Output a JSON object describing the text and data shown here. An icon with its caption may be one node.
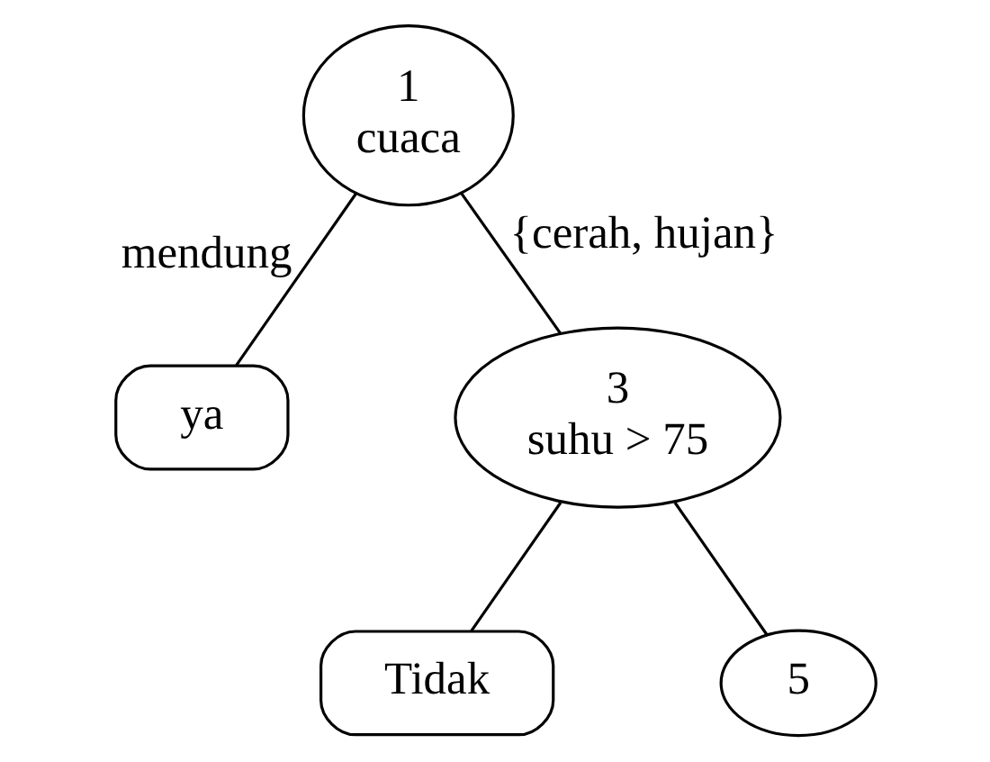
{
  "diagram": {
    "nodes": [
      {
        "text": [
          "1",
          "cuaca"
        ]
      },
      {
        "text": [
          "ya"
        ]
      },
      {
        "text": [
          "3",
          "suhu > 75"
        ]
      },
      {
        "text": [
          "Tidak"
        ]
      },
      {
        "text": [
          "5"
        ]
      }
    ],
    "edges": [
      {
        "from": 0,
        "to": 1,
        "arrow": "none",
        "label": "mendung"
      },
      {
        "from": 0,
        "to": 2,
        "arrow": "none",
        "label": "{cerah, hujan}"
      },
      {
        "from": 2,
        "to": 3,
        "arrow": "none"
      },
      {
        "from": 2,
        "to": 4,
        "arrow": "none"
      }
    ]
  }
}
